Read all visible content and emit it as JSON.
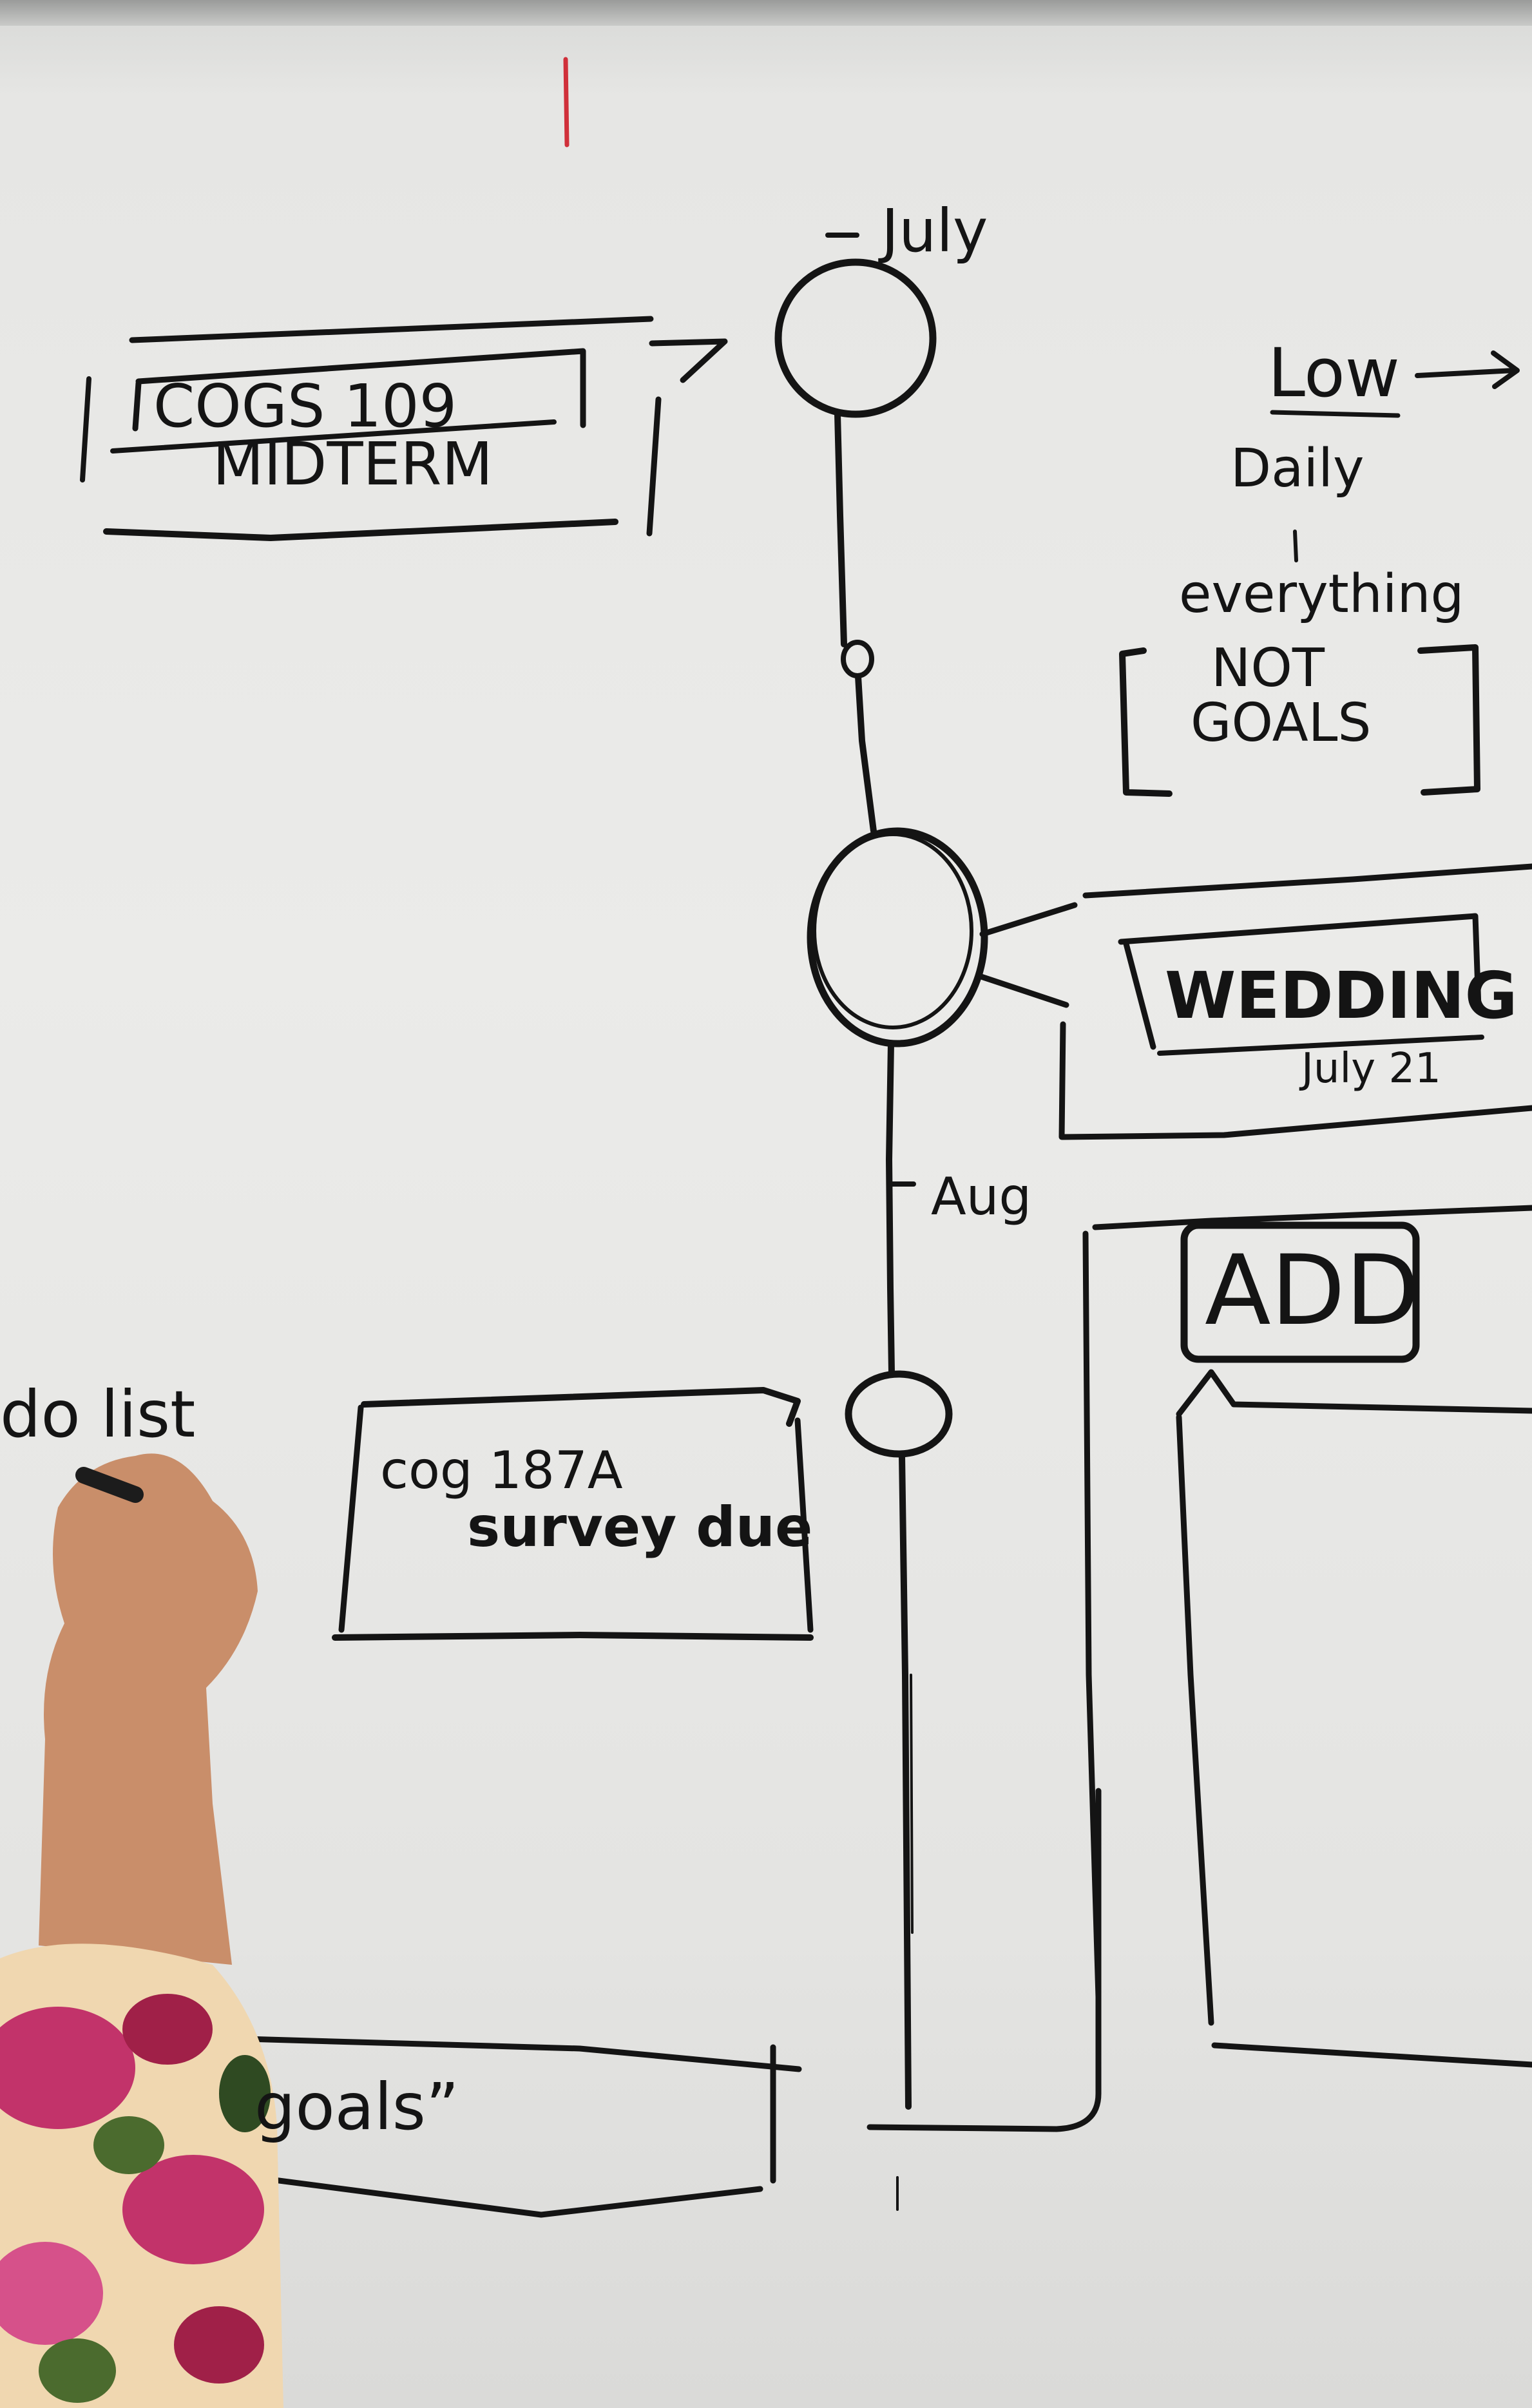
{
  "whiteboard": {
    "timeline": {
      "month_top": "July",
      "month_mid": "Aug"
    },
    "events": [
      {
        "id": "cogs-midterm",
        "line1": "COGS 109",
        "line2": "MIDTERM"
      },
      {
        "id": "wedding",
        "line1": "WEDDING",
        "line2": "July 21"
      },
      {
        "id": "survey",
        "line1": "cog 187A",
        "line2": "survey due"
      }
    ],
    "side_notes": {
      "low": "Low",
      "daily": "Daily",
      "everything": "everything",
      "not": "NOT",
      "goals": "GOALS"
    },
    "add_panel": {
      "button": "ADD"
    },
    "left_notes": {
      "todo": "do list",
      "goals_box": "goals”"
    }
  },
  "colors": {
    "marker": "#141414",
    "board": "#e8e8e6",
    "accent_red": "#d0303a",
    "sleeve": "#f0d7b0",
    "flower_pink": "#c2336a",
    "skin": "#c98e6a"
  }
}
